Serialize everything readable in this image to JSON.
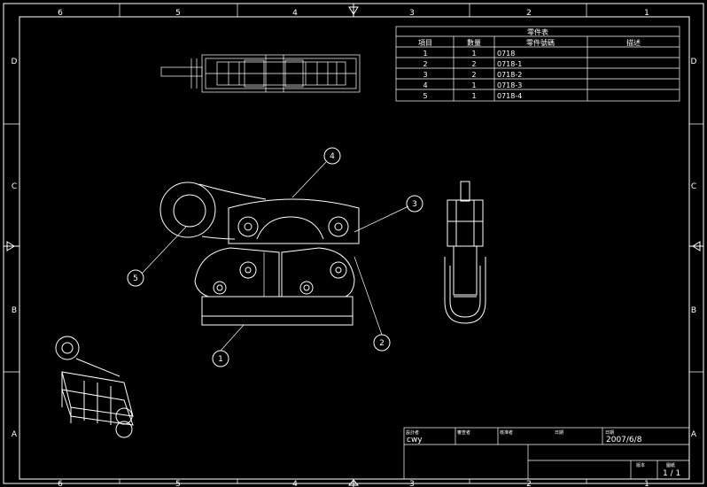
{
  "border": {
    "columns_top": [
      "6",
      "5",
      "4",
      "3",
      "2",
      "1"
    ],
    "columns_bottom": [
      "6",
      "5",
      "4",
      "3",
      "2",
      "1"
    ],
    "rows_left": [
      "D",
      "C",
      "B",
      "A"
    ],
    "rows_right": [
      "D",
      "C",
      "B",
      "A"
    ]
  },
  "parts_table": {
    "title": "零件表",
    "headers": [
      "項目",
      "數量",
      "零件號碼",
      "描述"
    ],
    "rows": [
      [
        "1",
        "1",
        "0718",
        ""
      ],
      [
        "2",
        "2",
        "0718-1",
        ""
      ],
      [
        "3",
        "2",
        "0718-2",
        ""
      ],
      [
        "4",
        "1",
        "0718-3",
        ""
      ],
      [
        "5",
        "1",
        "0718-4",
        ""
      ]
    ]
  },
  "balloons": [
    "1",
    "2",
    "3",
    "4",
    "5"
  ],
  "title_block": {
    "designer_label": "設計者",
    "designer": "cwy",
    "checker_label": "審查者",
    "approver_label": "核准者",
    "date_label": "日期",
    "date": "2007/6/8",
    "version_label": "版本",
    "sheet_label": "圖紙",
    "sheet": "1 / 1"
  }
}
